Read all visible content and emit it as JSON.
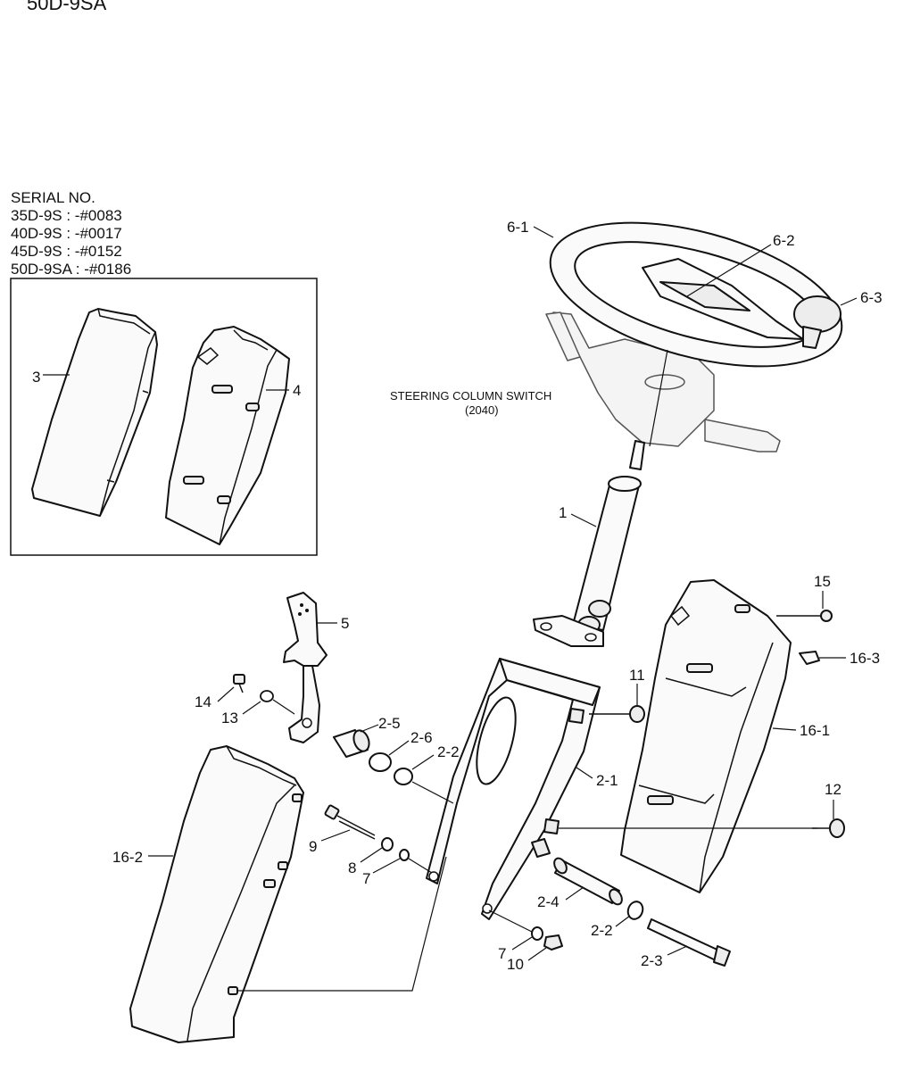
{
  "model_header": "50D-9SA",
  "serial": {
    "title": "SERIAL NO.",
    "lines": [
      "35D-9S : -#0083",
      "40D-9S : -#0017",
      "45D-9S : -#0152",
      "50D-9SA : -#0186"
    ]
  },
  "steering_switch": {
    "title": "STEERING COLUMN SWITCH",
    "ref": "(2040)"
  },
  "labels": {
    "l_6_1": "6-1",
    "l_6_2": "6-2",
    "l_6_3": "6-3",
    "l_3": "3",
    "l_4": "4",
    "l_1": "1",
    "l_5": "5",
    "l_15": "15",
    "l_16_3": "16-3",
    "l_11": "11",
    "l_16_1": "16-1",
    "l_14": "14",
    "l_13": "13",
    "l_2_5": "2-5",
    "l_2_6": "2-6",
    "l_2_2a": "2-2",
    "l_2_1": "2-1",
    "l_12": "12",
    "l_16_2": "16-2",
    "l_9": "9",
    "l_8": "8",
    "l_7a": "7",
    "l_2_4": "2-4",
    "l_2_2b": "2-2",
    "l_7b": "7",
    "l_10": "10",
    "l_2_3": "2-3"
  }
}
